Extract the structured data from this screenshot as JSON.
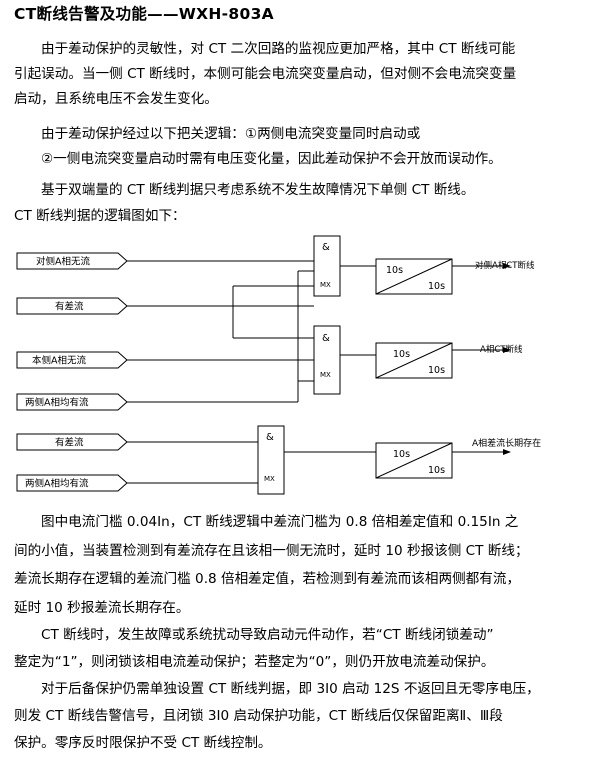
{
  "title": "CT断线告警及功能——WXH-803A",
  "p1": {
    "l1": "由于差动保护的灵敏性，对 CT 二次回路的监视应更加严格，其中 CT 断线可能",
    "l2": "引起误动。当一侧 CT 断线时，本侧可能会电流突变量启动，但对侧不会电流突变量",
    "l3": "启动，且系统电压不会发生变化。"
  },
  "p2": {
    "l1": "由于差动保护经过以下把关逻辑：①两侧电流突变量同时启动或",
    "l2": "②一侧电流突变量启动时需有电压变化量，因此差动保护不会开放而误动作。"
  },
  "p3": "基于双端量的 CT 断线判据只考虑系统不发生故障情况下单侧 CT 断线。",
  "p4": "CT 断线判据的逻辑图如下：",
  "diagram": {
    "in_remote_no_current": "对侧A相无流",
    "in_diff_current_1": "有差流",
    "in_local_no_current": "本侧A相无流",
    "in_both_sides_current_1": "两侧A相均有流",
    "in_diff_current_2": "有差流",
    "in_both_sides_current_2": "两侧A相均有流",
    "gate_symbol": "&",
    "gate_sub": "MX",
    "timer_on": "10s",
    "timer_off": "10s",
    "out_remote_ct_break": "对侧A相CT断线",
    "out_local_ct_break": "A相CT断线",
    "out_diff_long": "A相差流长期存在"
  },
  "p5": {
    "l1": "图中电流门槛 0.04In，CT 断线逻辑中差流门槛为 0.8 倍相差定值和 0.15In 之",
    "l2": "间的小值，当装置检测到有差流存在且该相一侧无流时，延时 10 秒报该侧 CT 断线；",
    "l3": "差流长期存在逻辑的差流门槛 0.8 倍相差定值，若检测到有差流而该相两侧都有流，",
    "l4": "延时 10 秒报差流长期存在。"
  },
  "p6": {
    "l1": "CT 断线时，发生故障或系统扰动导致启动元件动作，若“CT 断线闭锁差动”",
    "l2": "整定为“1”，则闭锁该相电流差动保护；若整定为“0”，则仍开放电流差动保护。"
  },
  "p7": {
    "l1": "对于后备保护仍需单独设置 CT 断线判据，即 3I0 启动 12S 不返回且无零序电压，",
    "l2": "则发 CT 断线告警信号，且闭锁 3I0 启动保护功能，CT 断线后仅保留距离Ⅱ、Ⅲ段",
    "l3": "保护。零序反时限保护不受 CT 断线控制。"
  }
}
